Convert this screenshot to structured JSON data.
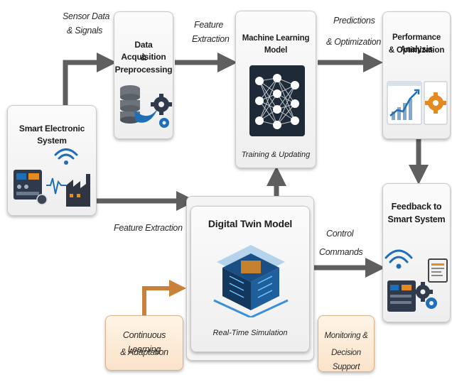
{
  "labels": {
    "sensor_data": "Sensor Data",
    "signals": "& Signals",
    "feature": "Feature",
    "extraction": "Extraction",
    "predictions": "Predictions",
    "optimization": "& Optimization",
    "feature_extraction": "Feature Extraction",
    "control": "Control",
    "commands": "Commands"
  },
  "boxes": {
    "smart_system": {
      "title": "Smart Electronic System"
    },
    "data_acq": {
      "title_line1": "Data Acquisition",
      "title_line2": "& Preprocessing"
    },
    "ml_model": {
      "title": "Machine Learning Model",
      "subtitle": "Training & Updating"
    },
    "perf_analysis": {
      "title_line1": "Performance Analysis",
      "title_line2": "& Optimization"
    },
    "digital_twin": {
      "title": "Digital Twin Model",
      "subtitle": "Real-Time Simulation"
    },
    "feedback": {
      "title_line1": "Feedback to",
      "title_line2": "Smart System"
    },
    "continuous": {
      "line1": "Continuous Learning",
      "line2": "& Adaptation"
    },
    "monitoring": {
      "line1": "Monitoring &",
      "line2": "Decision Support"
    }
  },
  "colors": {
    "arrow": "#5f5f5f",
    "arrow_orange": "#c9813a",
    "accent_blue": "#1e6fb8",
    "gear_orange": "#e58a1f"
  }
}
